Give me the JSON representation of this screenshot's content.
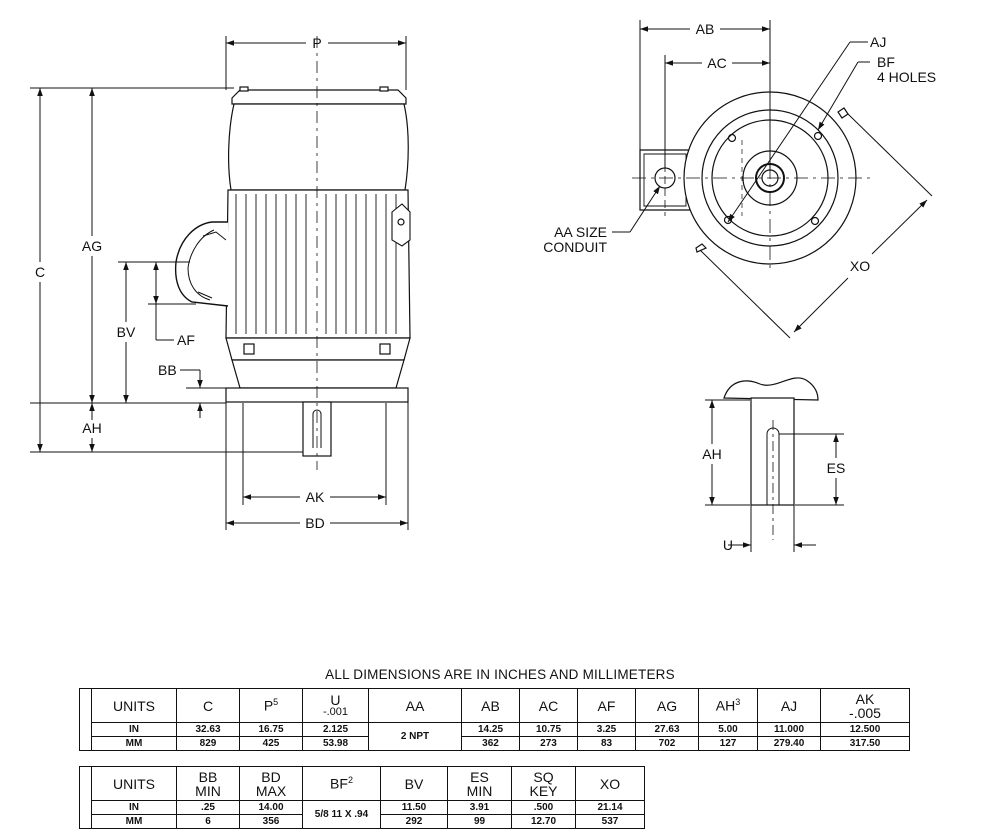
{
  "drawing": {
    "labels": {
      "P": "P",
      "C": "C",
      "AG": "AG",
      "BV": "BV",
      "AF": "AF",
      "BB": "BB",
      "AH": "AH",
      "AK": "AK",
      "BD": "BD",
      "AB": "AB",
      "AC": "AC",
      "AJ": "AJ",
      "BF": "BF",
      "BF_note": "4 HOLES",
      "AA": "AA SIZE",
      "AA_note": "CONDUIT",
      "XO": "XO",
      "AH2": "AH",
      "ES": "ES",
      "U": "U"
    }
  },
  "table": {
    "title": "ALL DIMENSIONS ARE IN INCHES AND MILLIMETERS",
    "t1": {
      "headers": [
        {
          "main": "UNITS"
        },
        {
          "main": "C"
        },
        {
          "main": "P",
          "sup": "5"
        },
        {
          "top": "U",
          "bottom": "-.001"
        },
        {
          "main": "AA"
        },
        {
          "main": "AB"
        },
        {
          "main": "AC"
        },
        {
          "main": "AF"
        },
        {
          "main": "AG"
        },
        {
          "main": "AH",
          "sup": "3"
        },
        {
          "main": "AJ"
        },
        {
          "top": "AK",
          "bottom": "-.005"
        }
      ],
      "in": [
        "IN",
        "32.63",
        "16.75",
        "2.125",
        "14.25",
        "10.75",
        "3.25",
        "27.63",
        "5.00",
        "11.000",
        "12.500"
      ],
      "mm": [
        "MM",
        "829",
        "425",
        "53.98",
        "362",
        "273",
        "83",
        "702",
        "127",
        "279.40",
        "317.50"
      ],
      "aa_merged": "2 NPT"
    },
    "t2": {
      "headers": [
        {
          "main": "UNITS"
        },
        {
          "top": "BB",
          "bottom": "MIN"
        },
        {
          "top": "BD",
          "bottom": "MAX"
        },
        {
          "main": "BF",
          "sup": "2"
        },
        {
          "main": "BV"
        },
        {
          "top": "ES",
          "bottom": "MIN"
        },
        {
          "top": "SQ",
          "bottom": "KEY"
        },
        {
          "main": "XO"
        }
      ],
      "in": [
        "IN",
        ".25",
        "14.00",
        "11.50",
        "3.91",
        ".500",
        "21.14"
      ],
      "mm": [
        "MM",
        "6",
        "356",
        "292",
        "99",
        "12.70",
        "537"
      ],
      "bf_merged": "5/8 11 X .94"
    }
  }
}
